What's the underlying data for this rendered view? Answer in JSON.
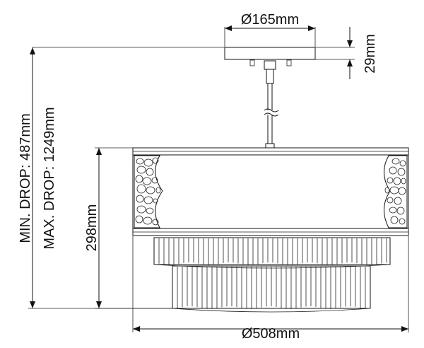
{
  "dimensions": {
    "canopy_diameter": "Ø165mm",
    "canopy_height": "29mm",
    "shade_height": "298mm",
    "overall_diameter": "Ø508mm",
    "min_drop": "MIN. DROP: 487mm",
    "max_drop": "MAX. DROP: 1249mm"
  },
  "colors": {
    "line": "#111111",
    "background": "#ffffff"
  }
}
